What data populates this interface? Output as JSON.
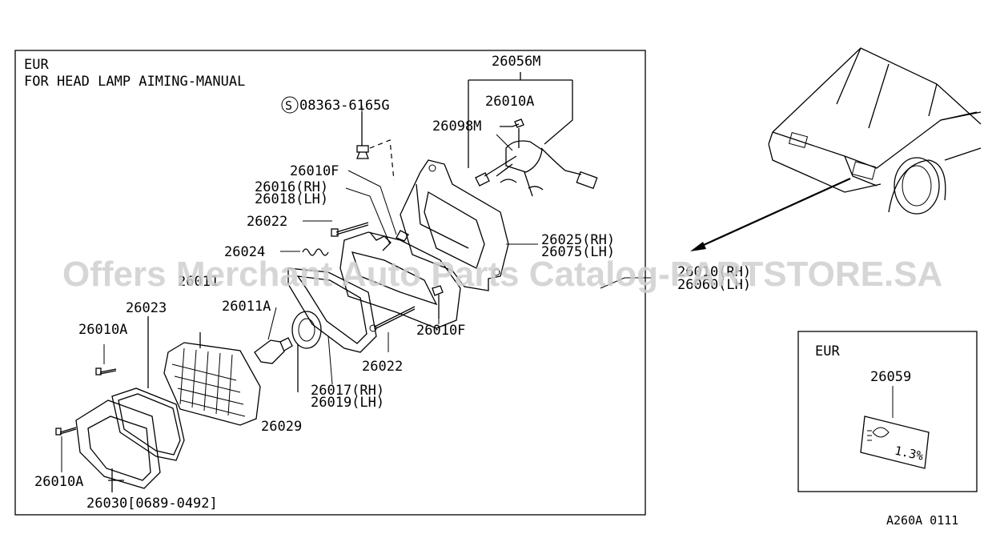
{
  "main_frame": {
    "region": "EUR",
    "note": "FOR HEAD LAMP AIMING-MANUAL"
  },
  "callouts": {
    "p26056M": "26056M",
    "p26010A_top": "26010A",
    "p26098M": "26098M",
    "screw_s": "S",
    "p08363": "08363-6165G",
    "p26010F_top": "26010F",
    "p26016": "26016(RH)",
    "p26018": "26018(LH)",
    "p26022_top": "26022",
    "p26024": "26024",
    "p26025": "26025(RH)",
    "p26075": "26075(LH)",
    "p26011": "26011",
    "p26023": "26023",
    "p26011A": "26011A",
    "p26010A_left": "26010A",
    "p26010F_bot": "26010F",
    "p26022_bot": "26022",
    "p26017": "26017(RH)",
    "p26019": "26019(LH)",
    "p26029": "26029",
    "p26010A_bot": "26010A",
    "p26030": "26030[0689-0492]",
    "p26010R": "26010(RH)",
    "p26060": "26060(LH)"
  },
  "inset": {
    "region": "EUR",
    "part": "26059",
    "label_text": "1.3%"
  },
  "footer_code": "A260A 0111",
  "watermark": "Offers Merchant Auto Parts Catalog-PARTSTORE.SA"
}
